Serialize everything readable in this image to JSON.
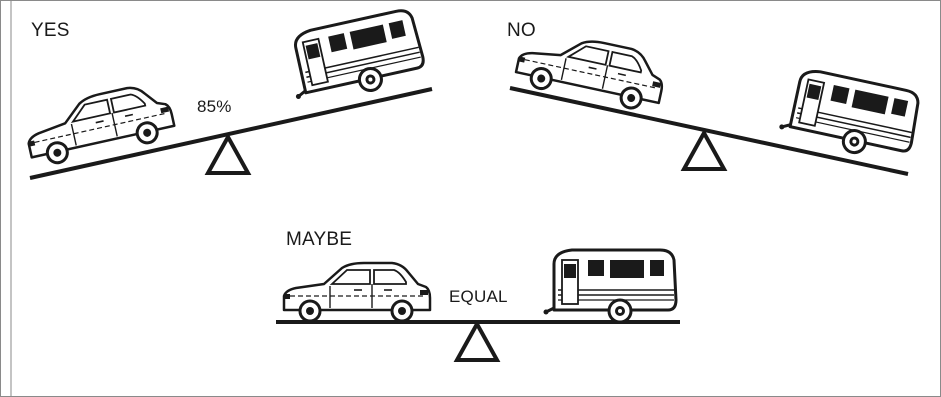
{
  "scenarios": [
    {
      "label": "YES",
      "note": "85%"
    },
    {
      "label": "NO",
      "note": ""
    },
    {
      "label": "MAYBE",
      "note": "EQUAL"
    }
  ],
  "colors": {
    "ink": "#1a1a1a",
    "border": "#8a8a8a",
    "background": "#ffffff"
  },
  "icons": [
    "car-icon",
    "travel-trailer-icon",
    "fulcrum-icon"
  ]
}
